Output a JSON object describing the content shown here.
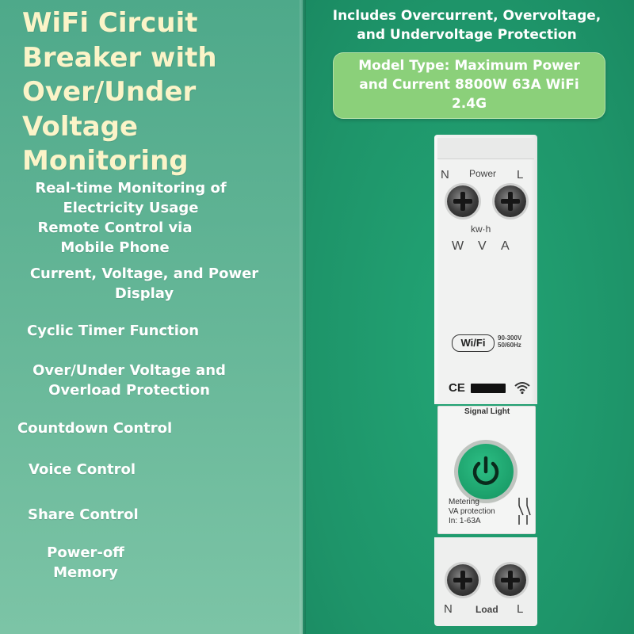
{
  "title": "WiFi Circuit Breaker with Over/Under Voltage Monitoring",
  "features": [
    "Real-time Monitoring of Electricity Usage",
    "Remote Control via Mobile Phone",
    "Current, Voltage, and Power Display",
    "Cyclic Timer Function",
    "Over/Under Voltage and Overload Protection",
    "Countdown Control",
    "Voice Control",
    "Share Control",
    "Power-off Memory"
  ],
  "header": "Includes Overcurrent, Overvoltage, and Undervoltage Protection",
  "model_type": "Model Type: Maximum Power and Current 8800W 63A WiFi 2.4G",
  "device": {
    "top_n": "N",
    "top_label": "Power",
    "top_l": "L",
    "kwh": "kw·h",
    "units": [
      "W",
      "V",
      "A"
    ],
    "wifi_badge": "Wi/Fi",
    "rating": "90-300V 50/60Hz",
    "ce_mark": "CE",
    "signal_light": "Signal Light",
    "metering": "Metering",
    "va_protection": "VA protection",
    "in_rating": "In: 1-63A",
    "bottom_n": "N",
    "bottom_label": "Load",
    "bottom_l": "L"
  },
  "colors": {
    "left_panel": "#63b596",
    "right_background": "#1e9469",
    "title_text": "#fbf4c8",
    "model_box": "#8bd07a",
    "power_button": "#1aa06b"
  },
  "icons": [
    "wifi-signal-icon",
    "power-icon",
    "switch-symbol-icon"
  ]
}
